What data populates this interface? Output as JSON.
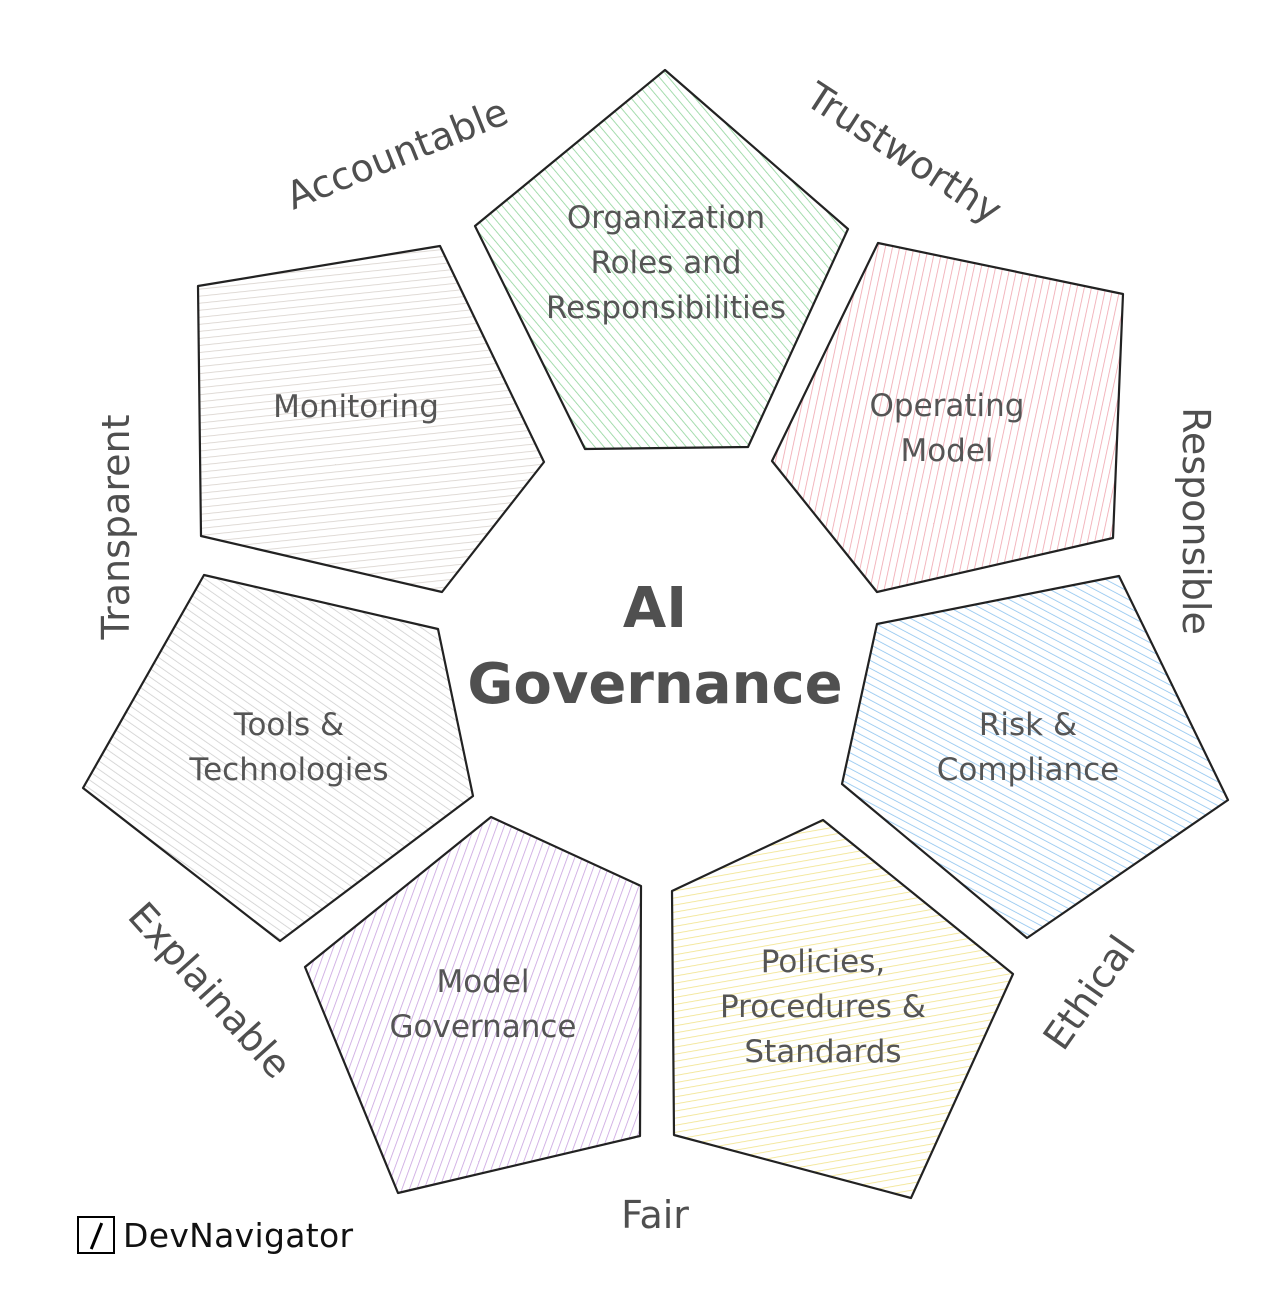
{
  "center": {
    "line1": "AI",
    "line2": "Governance"
  },
  "segments": [
    {
      "lines": [
        "Organization",
        "Roles and",
        "Responsibilities"
      ],
      "color": "#8fd49a"
    },
    {
      "lines": [
        "Operating",
        "Model"
      ],
      "color": "#f0a5ae"
    },
    {
      "lines": [
        "Risk &",
        "Compliance"
      ],
      "color": "#8cc3ef"
    },
    {
      "lines": [
        "Policies,",
        "Procedures &",
        "Standards"
      ],
      "color": "#f1e38a"
    },
    {
      "lines": [
        "Model",
        "Governance"
      ],
      "color": "#c9a2e0"
    },
    {
      "lines": [
        "Tools &",
        "Technologies"
      ],
      "color": "#cfcfcf"
    },
    {
      "lines": [
        "Monitoring"
      ],
      "color": "#d8d2cc"
    }
  ],
  "ring_labels": [
    "Trustworthy",
    "Responsible",
    "Ethical",
    "Fair",
    "Explainable",
    "Transparent",
    "Accountable"
  ],
  "brand": {
    "name": "DevNavigator"
  }
}
